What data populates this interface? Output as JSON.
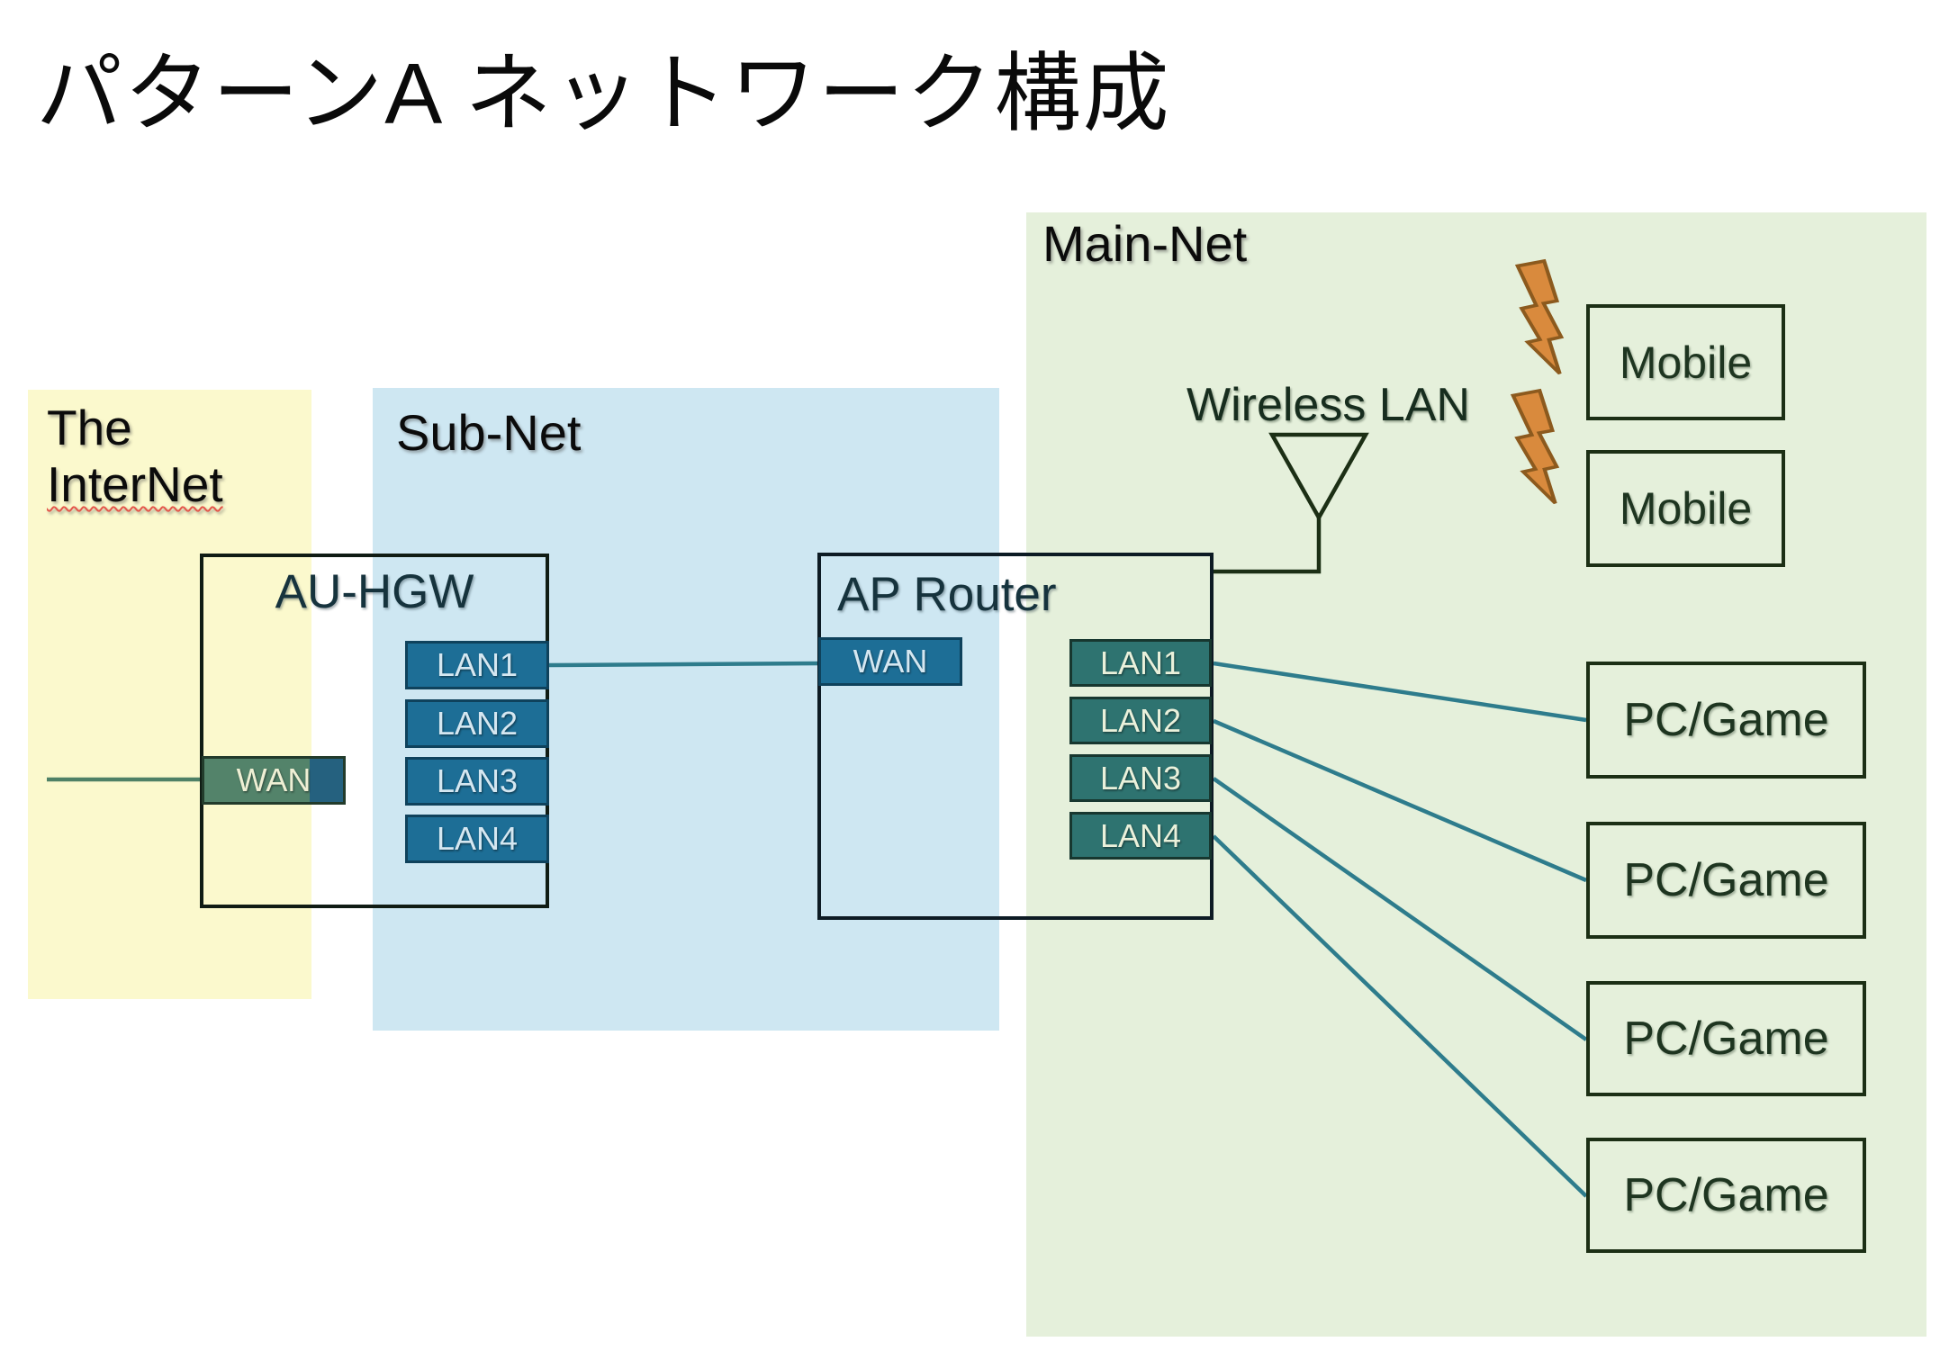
{
  "title": "パターンA ネットワーク構成",
  "regions": {
    "internet": {
      "label_line1": "The",
      "label_line2": "InterNet"
    },
    "sub_net": {
      "label": "Sub-Net"
    },
    "main_net": {
      "label": "Main-Net"
    }
  },
  "au_hgw": {
    "label": "AU-HGW",
    "wan_label": "WAN",
    "ports": [
      "LAN1",
      "LAN2",
      "LAN3",
      "LAN4"
    ]
  },
  "ap_router": {
    "label": "AP Router",
    "wan_label": "WAN",
    "ports": [
      "LAN1",
      "LAN2",
      "LAN3",
      "LAN4"
    ]
  },
  "wireless": {
    "label": "Wireless LAN"
  },
  "devices": {
    "mobile": [
      "Mobile",
      "Mobile"
    ],
    "pc": [
      "PC/Game",
      "PC/Game",
      "PC/Game",
      "PC/Game"
    ]
  },
  "colors": {
    "region_yellow": "#FBF9CD",
    "region_blue": "#CEE7F2",
    "region_green": "#E5F0DB",
    "port_blue_fill": "#1D6E96",
    "port_green_fill": "#2E7370",
    "wan_over_yellow": "#53836A",
    "wan_over_white": "#25617F",
    "cable_teal": "#2E7C8C",
    "cable_over_yellow": "#4E8166",
    "outline_dark": "#1C2F15",
    "bolt_fill": "#D98A3D",
    "bolt_stroke": "#8C5A1E",
    "spellcheck_red": "#E4574B"
  }
}
